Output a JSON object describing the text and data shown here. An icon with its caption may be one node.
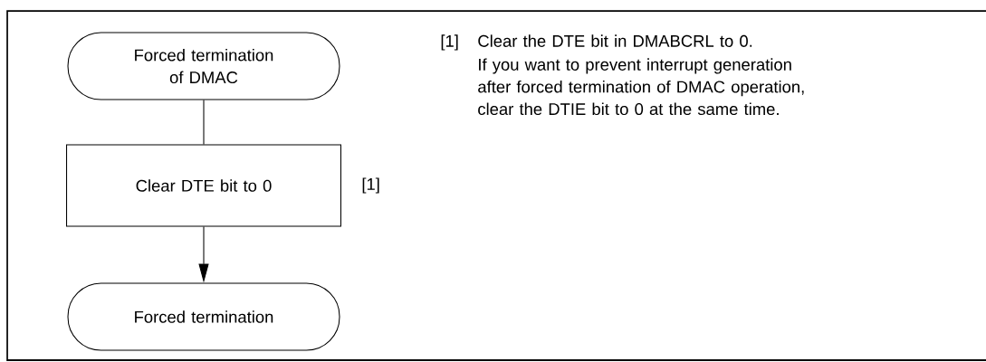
{
  "diagram": {
    "nodes": [
      {
        "text": [
          "Forced termination of DMAC"
        ]
      },
      {
        "text": [
          "Clear DTE bit to 0"
        ],
        "beside": [
          "[1]"
        ]
      },
      {
        "text": [
          "Forced termination"
        ]
      }
    ],
    "edges": [
      {
        "from": 0,
        "to": 1,
        "arrow": "none"
      },
      {
        "from": 1,
        "to": 2,
        "arrow": "to"
      }
    ],
    "labels": [
      "[1]",
      "Clear the DTE bit in DMABCRL to 0.",
      "If you want to prevent interrupt generation after forced termination of DMAC operation, clear the DTIE bit to 0 at the same time."
    ]
  }
}
